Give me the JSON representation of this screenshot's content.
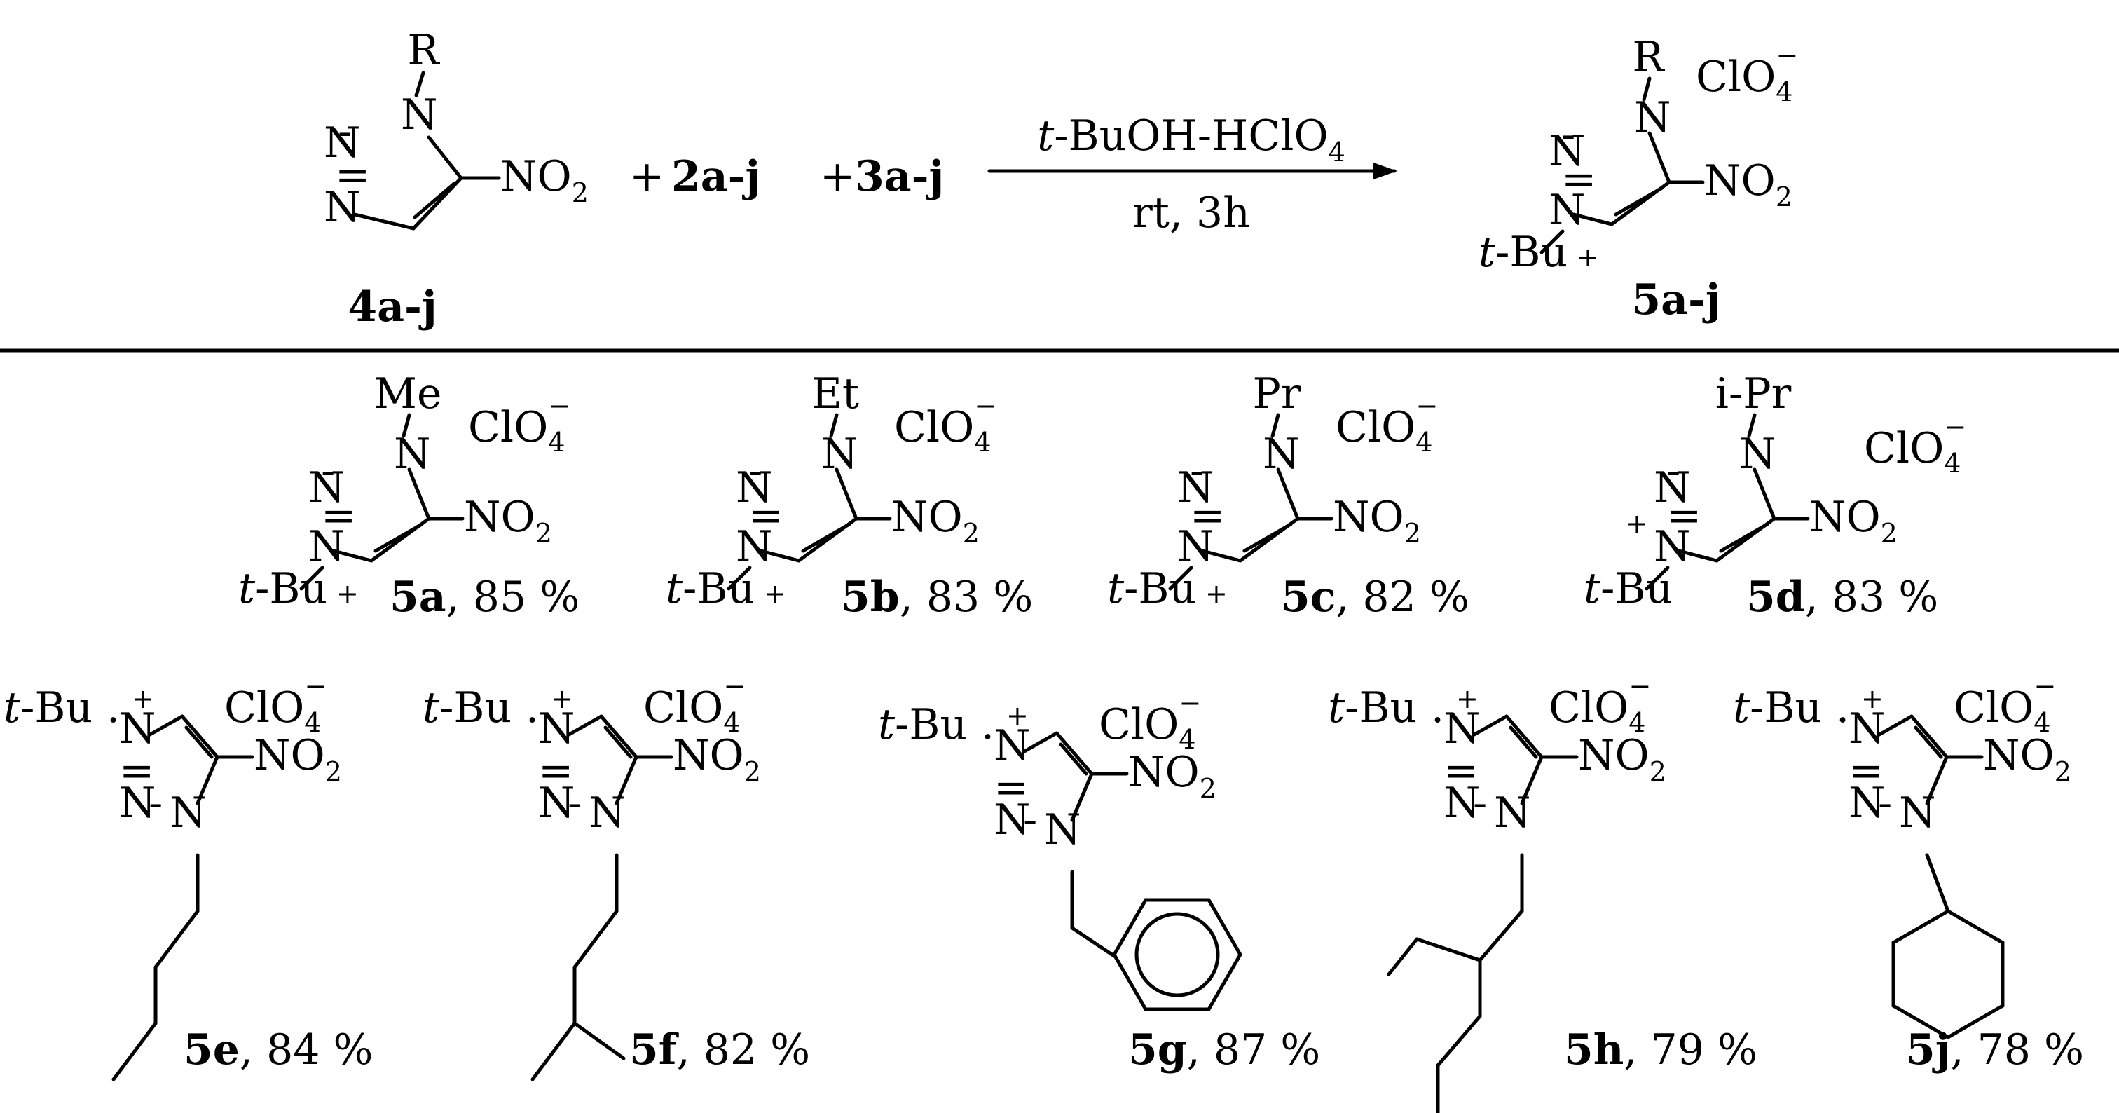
{
  "scheme": {
    "reactant_label": "4a-j",
    "reagent_2": "2a-j",
    "reagent_3": "3a-j",
    "plus": "+",
    "arrow_top": "t-BuOH-HClO4",
    "arrow_bottom": "rt, 3h",
    "product_label": "5a-j"
  },
  "atoms": {
    "R": "R",
    "N": "N",
    "NO": "NO",
    "sub2": "2",
    "sub4": "4",
    "ClO": "ClO",
    "minus": "−",
    "plus": "+",
    "tBu": "t-Bu",
    "Me": "Me",
    "Et": "Et",
    "Pr": "Pr",
    "iPr": "i-Pr"
  },
  "products": [
    {
      "id": "5a",
      "yield": ", 85 %"
    },
    {
      "id": "5b",
      "yield": ", 83 %"
    },
    {
      "id": "5c",
      "yield": ", 82 %"
    },
    {
      "id": "5d",
      "yield": ", 83 %"
    },
    {
      "id": "5e",
      "yield": ", 84 %"
    },
    {
      "id": "5f",
      "yield": ", 82 %"
    },
    {
      "id": "5g",
      "yield": ", 87 %"
    },
    {
      "id": "5h",
      "yield": ", 79 %"
    },
    {
      "id": "5j",
      "yield": ", 78 %"
    }
  ]
}
